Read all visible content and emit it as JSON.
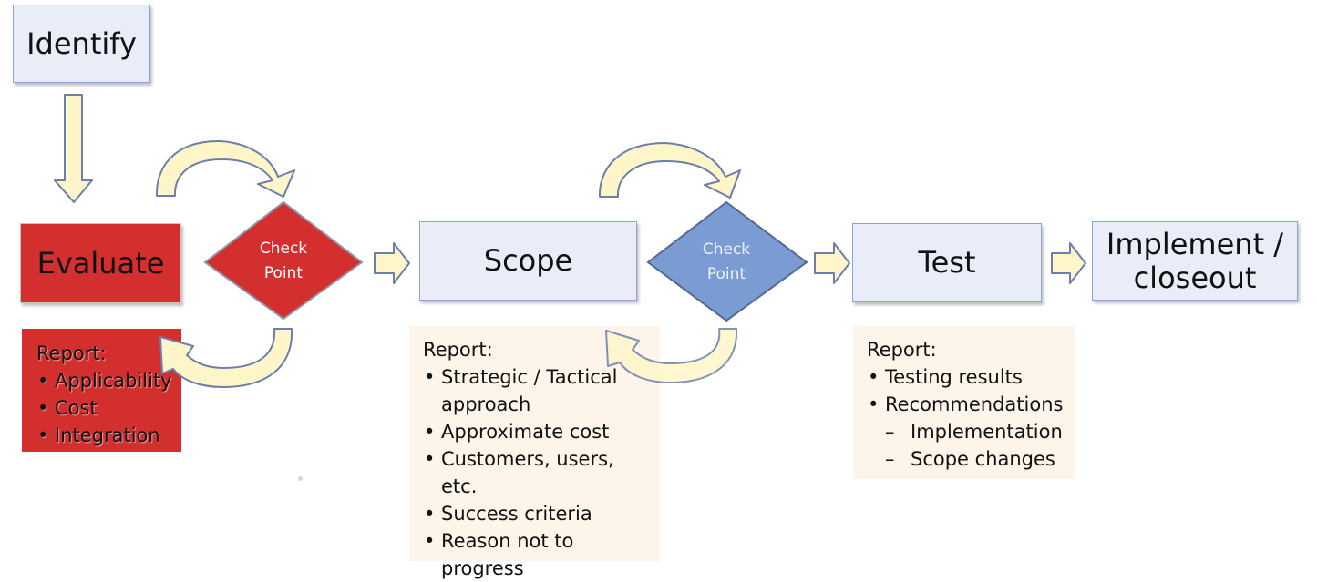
{
  "colors": {
    "light_fill": "#e9edf8",
    "light_border": "#8fa3d2",
    "red": "#d32f2f",
    "blue_diamond": "#7b9bd3",
    "arrow_fill": "#fef6c8",
    "arrow_stroke": "#6c7fac",
    "cream": "#fdf4ea"
  },
  "nodes": {
    "identify": "Identify",
    "evaluate": "Evaluate",
    "checkpoint1": "Check Point",
    "scope": "Scope",
    "checkpoint2": "Check Point",
    "test": "Test",
    "implement": "Implement / closeout"
  },
  "reports": {
    "evaluate": {
      "title": "Report:",
      "items": [
        "Applicability",
        "Cost",
        "Integration"
      ]
    },
    "scope": {
      "title": "Report:",
      "items": [
        "Strategic / Tactical approach",
        "Approximate cost",
        "Customers, users, etc.",
        "Success criteria",
        "Reason not to progress"
      ]
    },
    "test": {
      "title": "Report:",
      "items": [
        "Testing results",
        "Recommendations"
      ],
      "subitems": [
        "Implementation",
        "Scope changes"
      ]
    }
  }
}
